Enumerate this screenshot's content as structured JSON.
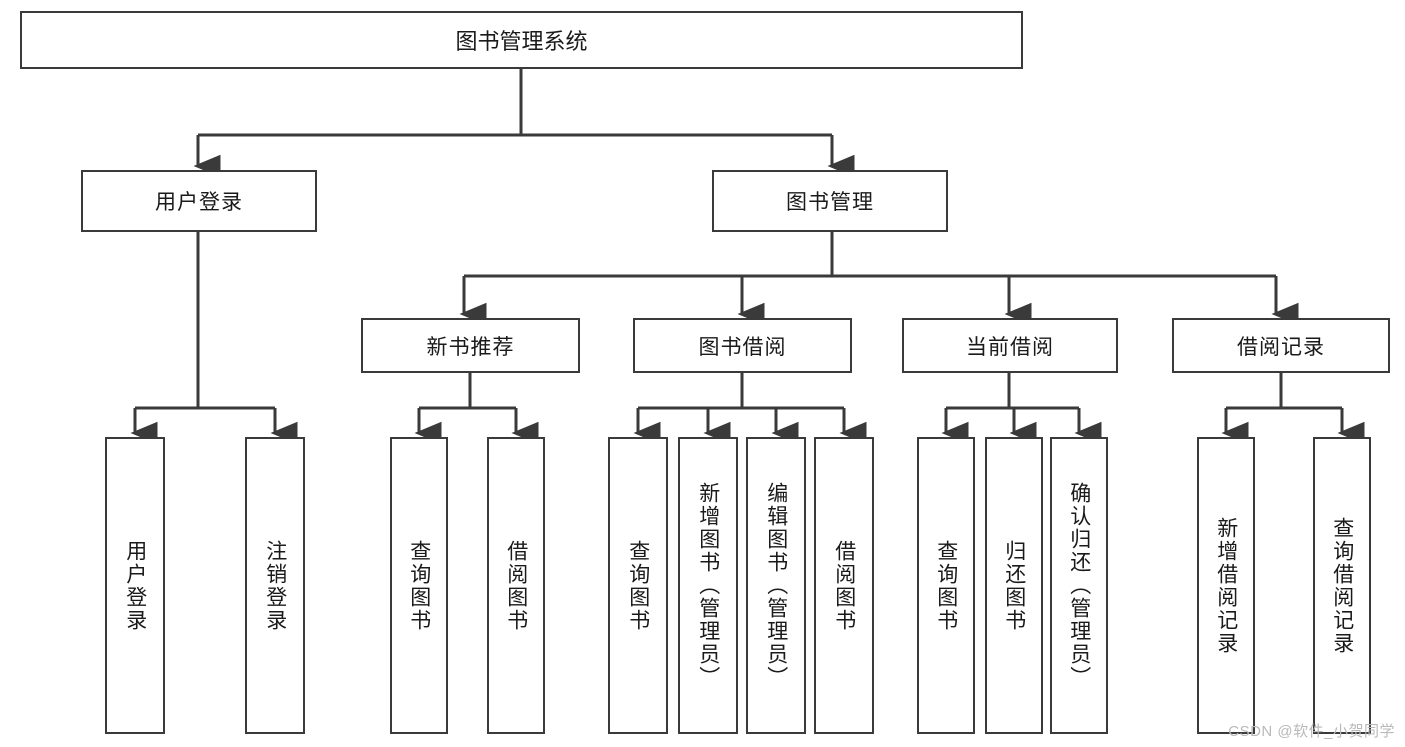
{
  "diagram": {
    "title": "图书管理系统",
    "type": "tree-hierarchy-diagram",
    "root": {
      "label": "图书管理系统"
    },
    "level1": [
      {
        "label": "用户登录"
      },
      {
        "label": "图书管理"
      }
    ],
    "level2": [
      {
        "label": "新书推荐"
      },
      {
        "label": "图书借阅"
      },
      {
        "label": "当前借阅"
      },
      {
        "label": "借阅记录"
      }
    ],
    "leaves": {
      "user_login": [
        {
          "label": "用户登录"
        },
        {
          "label": "注销登录"
        }
      ],
      "new_book_recommend": [
        {
          "label": "查询图书"
        },
        {
          "label": "借阅图书"
        }
      ],
      "book_borrow": [
        {
          "label": "查询图书"
        },
        {
          "label": "新增图书（管理员）"
        },
        {
          "label": "编辑图书（管理员）"
        },
        {
          "label": "借阅图书"
        }
      ],
      "current_borrow": [
        {
          "label": "查询图书"
        },
        {
          "label": "归还图书"
        },
        {
          "label": "确认归还（管理员）"
        }
      ],
      "borrow_record": [
        {
          "label": "新增借阅记录"
        },
        {
          "label": "查询借阅记录"
        }
      ]
    }
  },
  "watermark": {
    "text": "CSDN @软件_小贺同学"
  },
  "colors": {
    "stroke": "#3a3a3a",
    "background": "#ffffff",
    "text": "#1a1a1a",
    "watermark": "#b9b9b9"
  }
}
